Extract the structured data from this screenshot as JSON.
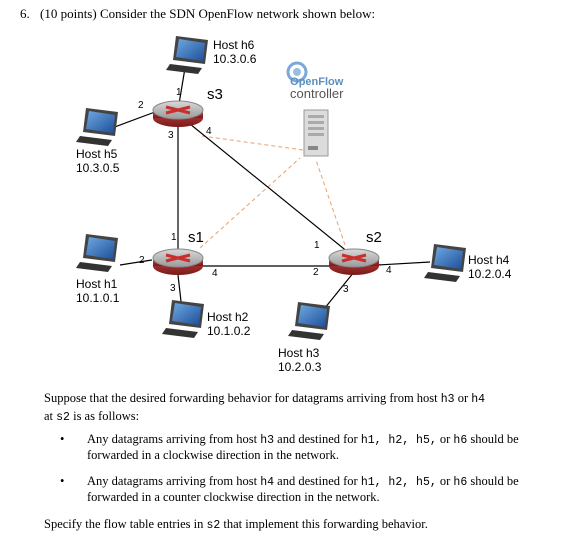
{
  "question": {
    "number": "6.",
    "title": "(10 points) Consider the SDN OpenFlow network shown below:"
  },
  "controller": {
    "line1": "OpenFlow",
    "line2": "controller"
  },
  "switches": [
    {
      "id": "s1",
      "label": "s1",
      "ports": [
        "1",
        "2",
        "3",
        "4"
      ]
    },
    {
      "id": "s2",
      "label": "s2",
      "ports": [
        "1",
        "2",
        "3",
        "4"
      ]
    },
    {
      "id": "s3",
      "label": "s3",
      "ports": [
        "1",
        "2",
        "3",
        "4"
      ]
    }
  ],
  "hosts": [
    {
      "id": "h1",
      "name": "Host h1",
      "ip": "10.1.0.1"
    },
    {
      "id": "h2",
      "name": "Host h2",
      "ip": "10.1.0.2"
    },
    {
      "id": "h3",
      "name": "Host h3",
      "ip": "10.2.0.3"
    },
    {
      "id": "h4",
      "name": "Host h4",
      "ip": "10.2.0.4"
    },
    {
      "id": "h5",
      "name": "Host h5",
      "ip": "10.3.0.5"
    },
    {
      "id": "h6",
      "name": "Host h6",
      "ip": "10.3.0.6"
    }
  ],
  "text": {
    "intro_a": "Suppose that the desired forwarding behavior for datagrams arriving from host ",
    "intro_h3": "h3",
    "intro_or": " or ",
    "intro_h4": "h4",
    "intro_b": "at ",
    "intro_s2": "s2",
    "intro_c": " is as follows:",
    "bullet1_a": "Any datagrams arriving from host ",
    "bullet1_host": "h3",
    "bullet1_b": " and destined for ",
    "bullet1_dests": "h1, h2, h5,",
    "bullet1_or": " or ",
    "bullet1_last": "h6",
    "bullet1_c": " should be forwarded in a clockwise direction in the network.",
    "bullet2_a": "Any datagrams arriving from host ",
    "bullet2_host": "h4",
    "bullet2_b": " and destined for ",
    "bullet2_dests": "h1, h2, h5,",
    "bullet2_or": " or ",
    "bullet2_last": "h6",
    "bullet2_c": " should be forwarded in a counter clockwise direction in the network.",
    "final_a": "Specify the flow table entries in ",
    "final_s2": "s2",
    "final_b": " that implement this forwarding behavior.",
    "bullet_char": "•"
  },
  "colors": {
    "link": "#000000",
    "control_link": "#e8a070",
    "router": "#c83030",
    "router_top": "#b0b0b0"
  }
}
